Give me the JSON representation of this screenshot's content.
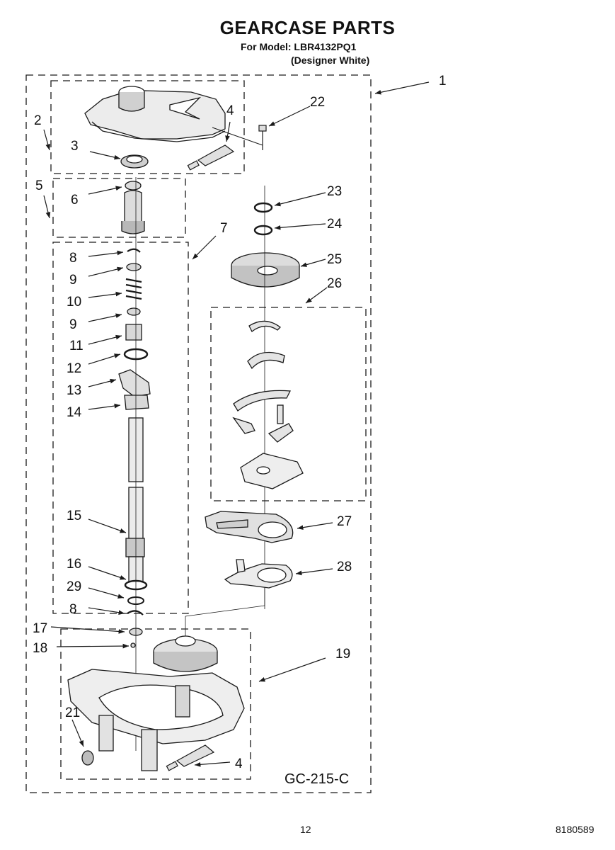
{
  "header": {
    "title": "GEARCASE PARTS",
    "model_line": "For Model: LBR4132PQ1",
    "color_line": "(Designer White)"
  },
  "callouts": [
    "1",
    "2",
    "3",
    "4",
    "5",
    "6",
    "7",
    "8",
    "9",
    "10",
    "9",
    "11",
    "12",
    "13",
    "14",
    "15",
    "16",
    "29",
    "8",
    "17",
    "18",
    "19",
    "21",
    "4",
    "22",
    "23",
    "24",
    "25",
    "26",
    "27",
    "28"
  ],
  "figure_code": "GC-215-C",
  "footer": {
    "page_number": "12",
    "doc_number": "8180589"
  },
  "colors": {
    "line": "#1a1a1a",
    "fill_light": "#e6e6e6",
    "fill_mid": "#bdbdbd"
  }
}
